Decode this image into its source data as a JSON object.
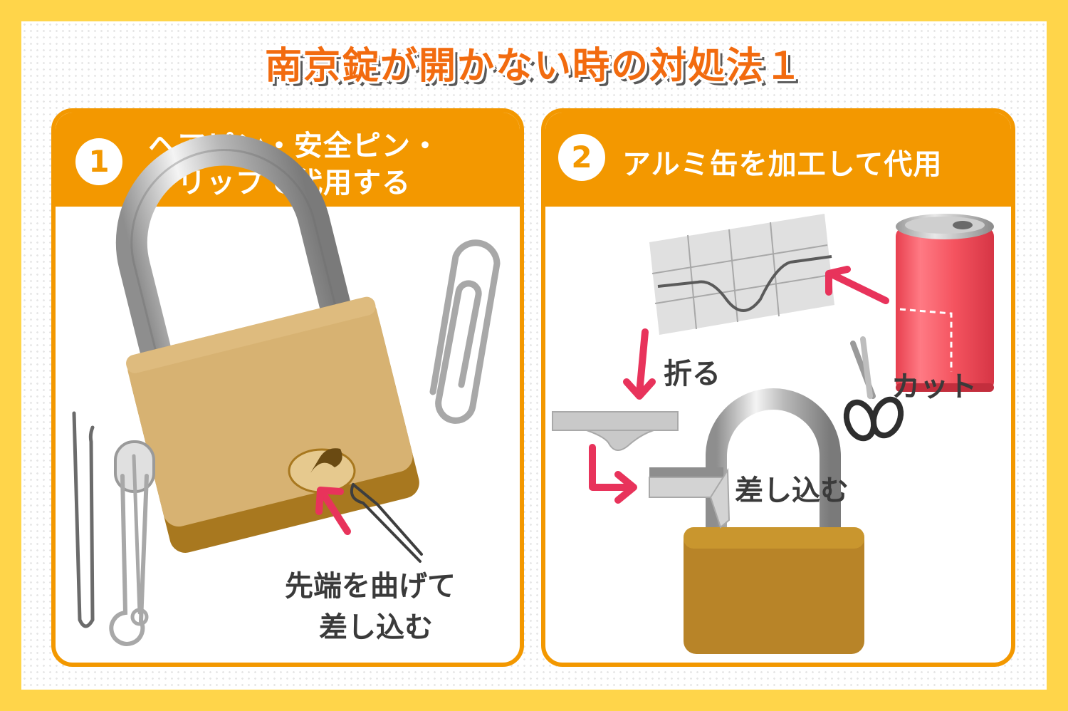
{
  "title": "南京錠が開かない時の対処法１",
  "panels": [
    {
      "number": "1",
      "heading_line1": "ヘアピン・安全ピン・",
      "heading_line2": "クリップで代用する",
      "caption_line1": "先端を曲げて",
      "caption_line2": "差し込む"
    },
    {
      "number": "2",
      "heading_line1": "アルミ缶を加工して代用",
      "label_fold": "折る",
      "label_cut": "カット",
      "label_insert": "差し込む"
    }
  ],
  "colors": {
    "background": "#FFD54A",
    "accent_orange": "#F39800",
    "title_orange": "#F26B0F",
    "arrow_pink": "#E8335B",
    "padlock_brass": "#C9962E",
    "can_red": "#F0525F"
  },
  "icons": [
    "padlock-icon",
    "paper-clip-icon",
    "hairpin-icon",
    "safety-pin-icon",
    "aluminum-can-icon",
    "scissors-icon",
    "arrow-icon"
  ]
}
